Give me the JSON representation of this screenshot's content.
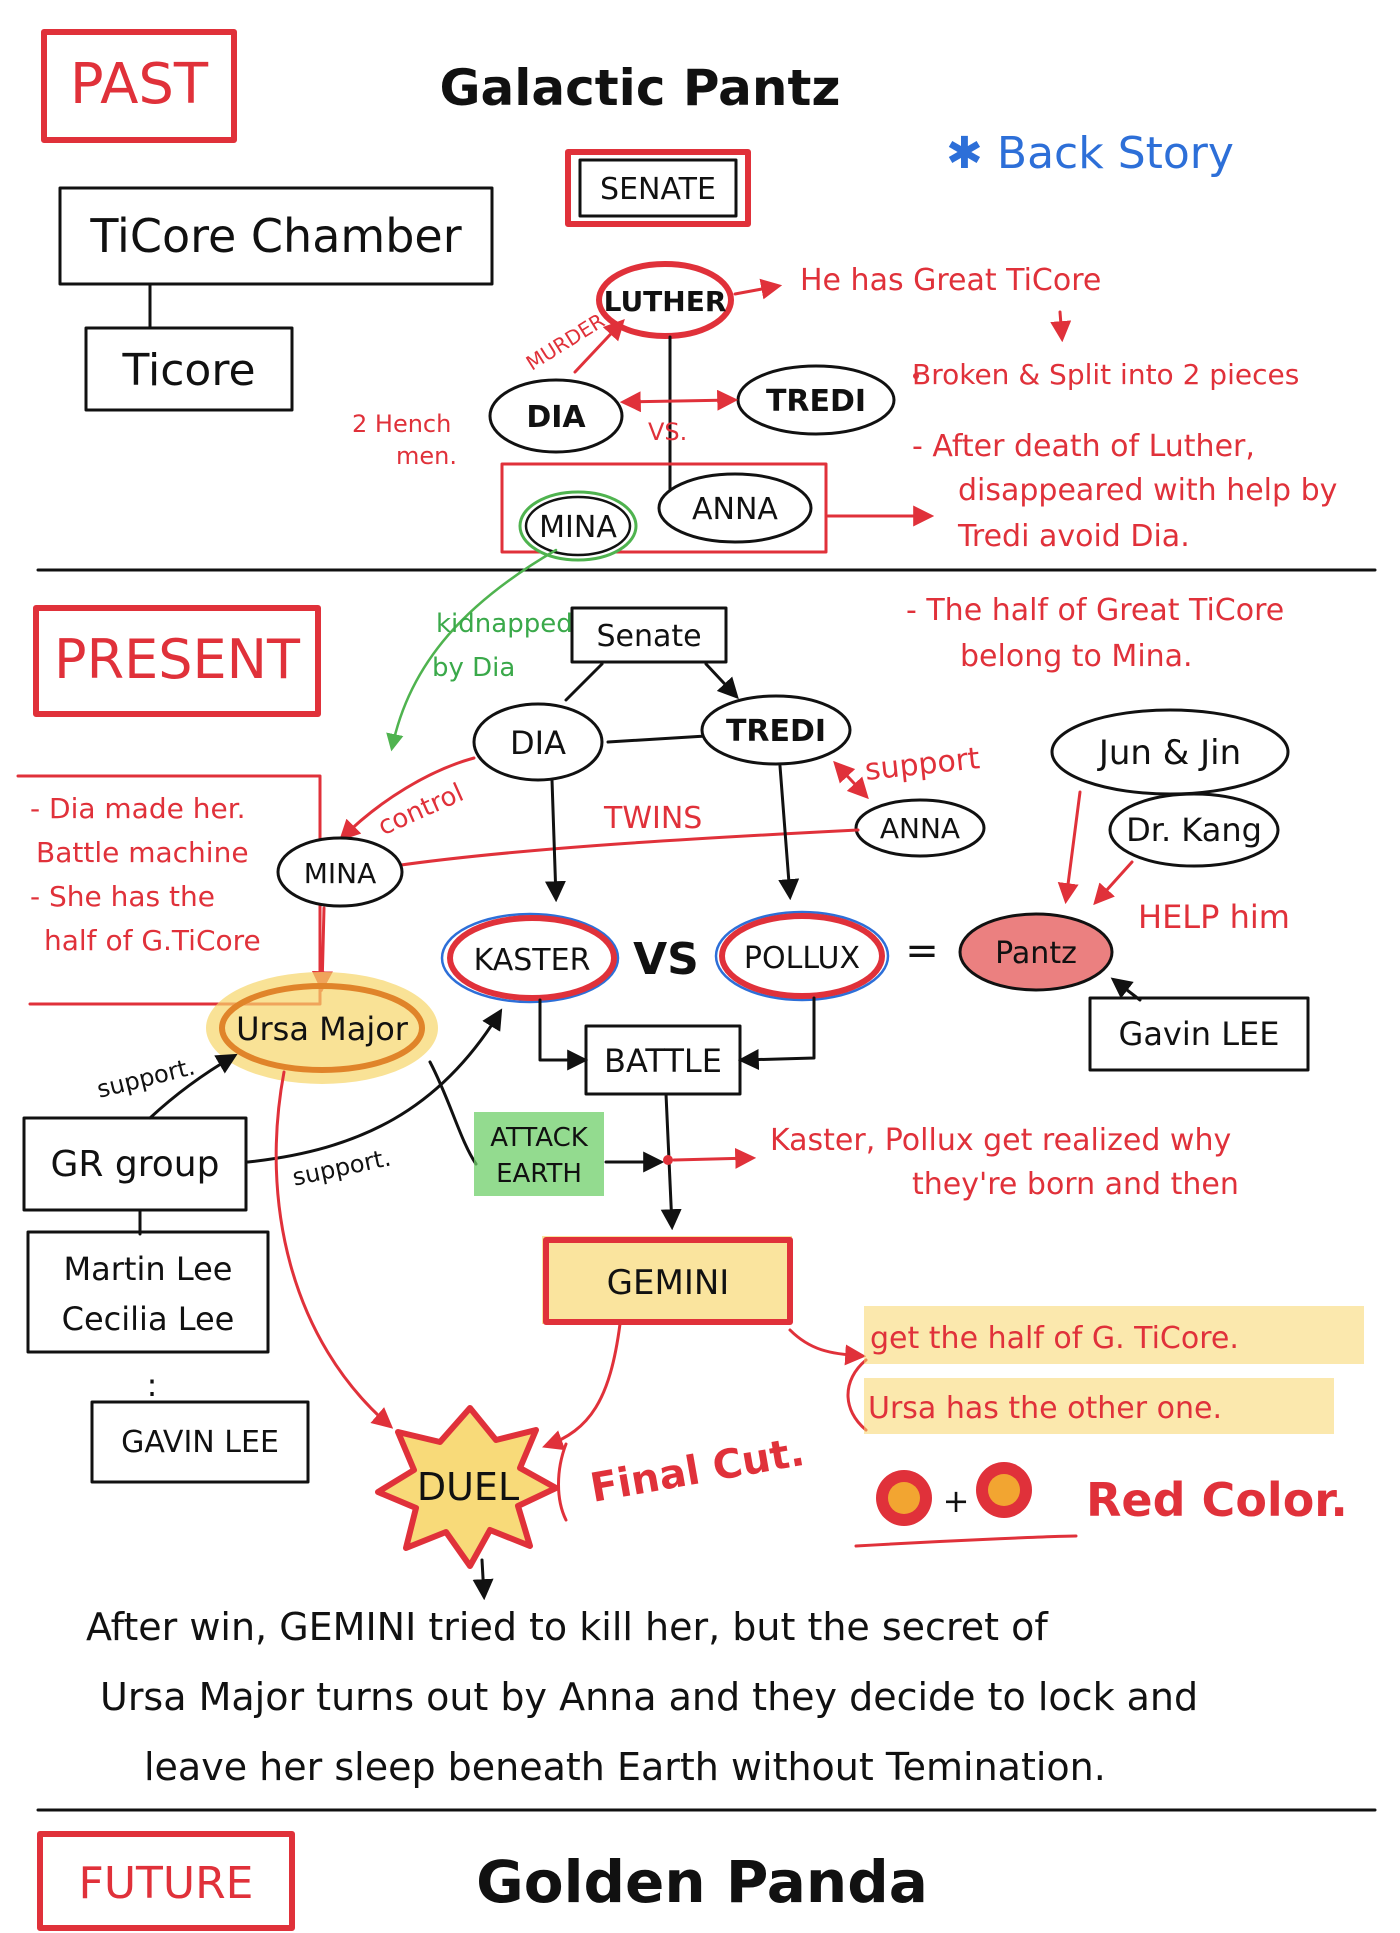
{
  "title": "Galactic Pantz",
  "back_story": "✱ Back Story",
  "sections": {
    "past": "PAST",
    "present": "PRESENT",
    "future": "FUTURE"
  },
  "past": {
    "chamber": "TiCore Chamber",
    "ticore": "Ticore",
    "senate": "SENATE",
    "luther": "LUTHER",
    "dia": "DIA",
    "tredi": "TREDI",
    "mina": "MINA",
    "anna": "ANNA",
    "murder": "MURDER",
    "vs": "VS.",
    "hench_1": "2 Hench",
    "hench_2": "men.",
    "note_luther": "He has Great TiCore",
    "note_broken": "Broken & Split into 2 pieces",
    "note_after_1": "- After death of Luther,",
    "note_after_2": "disappeared with help by",
    "note_after_3": "Tredi avoid Dia."
  },
  "present": {
    "senate": "Senate",
    "dia": "DIA",
    "tredi": "TREDI",
    "anna": "ANNA",
    "mina": "MINA",
    "kaster": "KASTER",
    "vs": "VS",
    "pollux": "POLLUX",
    "equals": "=",
    "pantz": "Pantz",
    "jun_jin": "Jun & Jin",
    "dr_kang": "Dr. Kang",
    "help_him": "HELP him",
    "gavin_lee_right": "Gavin LEE",
    "ursa_major": "Ursa Major",
    "gr_group": "GR group",
    "martin_lee": "Martin Lee",
    "cecilia_lee": "Cecilia Lee",
    "ellipsis": ":",
    "gavin_lee_left": "GAVIN LEE",
    "battle": "BATTLE",
    "attack_1": "ATTACK",
    "attack_2": "EARTH",
    "gemini": "GEMINI",
    "duel": "DUEL",
    "final_cut": "Final Cut.",
    "red_color": "Red Color.",
    "plus": "+",
    "kidnapped_1": "kidnapped",
    "kidnapped_2": "by Dia",
    "control": "control",
    "twins": "TWINS",
    "support_anna": "support",
    "support_ursa": "support.",
    "support_kaster": "support.",
    "note_half_1": "- The half of Great TiCore",
    "note_half_2": "belong to Mina.",
    "note_dia_1": "- Dia made her.",
    "note_dia_2": "Battle machine",
    "note_dia_3": "- She has the",
    "note_dia_4": "half of G.TiCore",
    "note_realized_1": "Kaster, Pollux get realized why",
    "note_realized_2": "they're born and then",
    "note_gemini_1": "get the half of G. TiCore.",
    "note_gemini_2": "Ursa has the other one."
  },
  "story": {
    "line1": "After win,  GEMINI tried to kill her, but the secret of",
    "line2": "Ursa Major turns out by Anna and they decide to lock and",
    "line3": "leave her sleep  beneath Earth without  Temination."
  },
  "future": {
    "title": "Golden Panda"
  },
  "colors": {
    "ink": "#111111",
    "red": "#e0313a",
    "blue": "#2d6fd8",
    "green": "#4fb34f",
    "highlight_yellow": "#f7d66a",
    "highlight_green": "#6fcf6a",
    "pantz_fill": "#e86a6a"
  }
}
